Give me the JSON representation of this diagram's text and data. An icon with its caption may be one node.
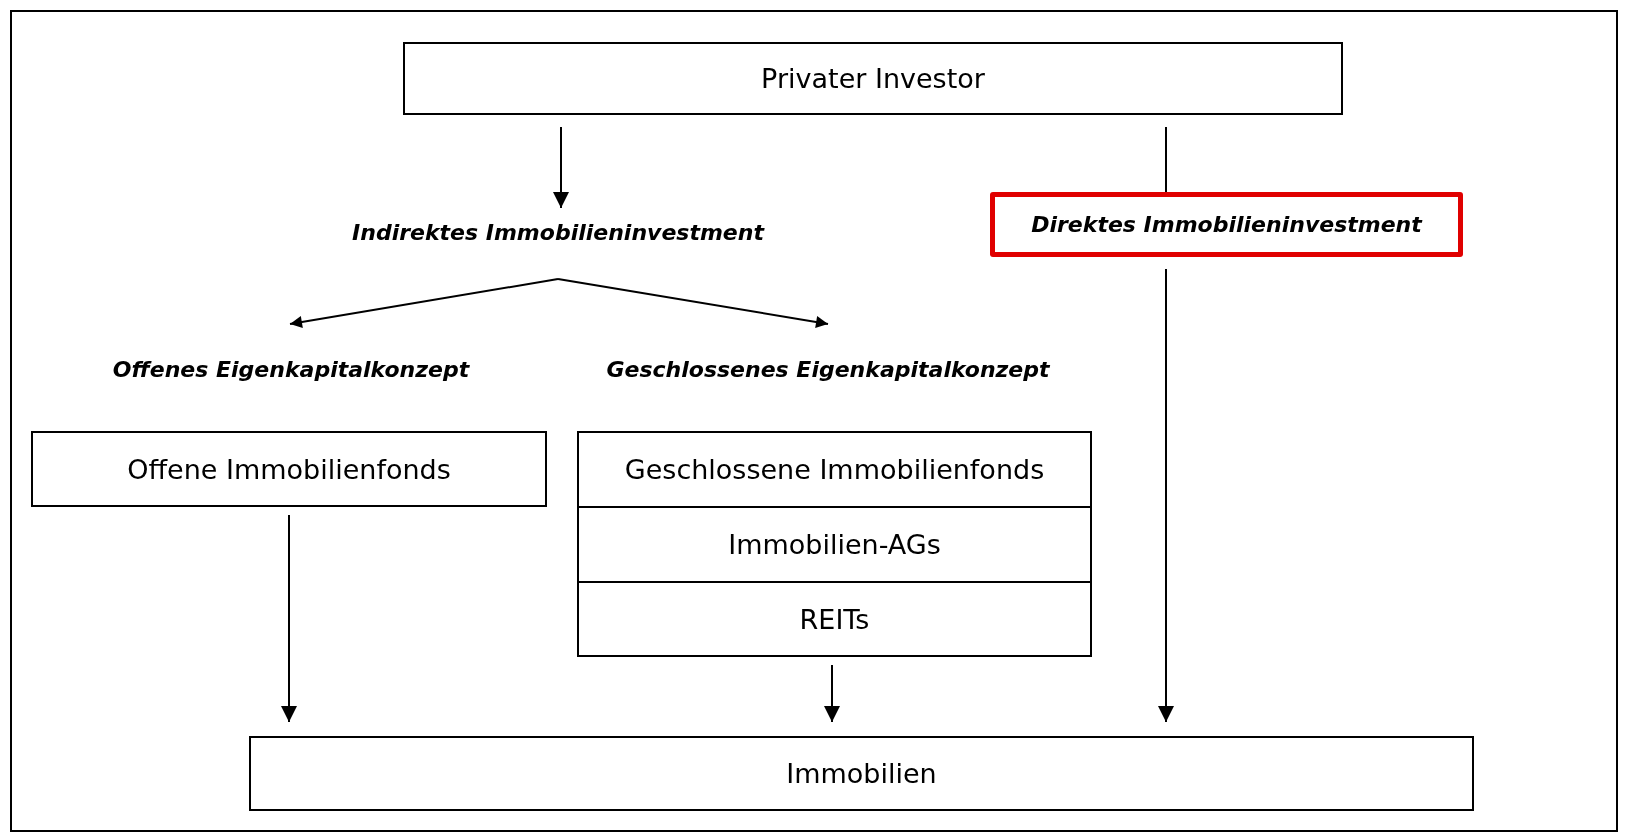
{
  "diagram": {
    "nodes": [
      {
        "text": [
          "Privater Investor"
        ]
      },
      {
        "text": [
          "Indirektes Immobilieninvestment"
        ]
      },
      {
        "text": [
          "Direktes Immobilieninvestment"
        ]
      },
      {
        "text": [
          "Offenes Eigenkapitalkonzept"
        ]
      },
      {
        "text": [
          "Geschlossenes Eigenkapitalkonzept"
        ]
      },
      {
        "text": [
          "Offene Immobilienfonds"
        ]
      },
      {
        "text": [
          "Geschlossene Immobilienfonds"
        ]
      },
      {
        "text": [
          "Immobilien-AGs"
        ]
      },
      {
        "text": [
          "REITs"
        ]
      },
      {
        "text": [
          "Immobilien"
        ]
      }
    ],
    "edges": [
      {
        "from": 0,
        "to": 1,
        "arrow": "to"
      },
      {
        "from": 0,
        "to": 2,
        "arrow": "none"
      },
      {
        "from": 1,
        "to": 3,
        "arrow": "to"
      },
      {
        "from": 1,
        "to": 4,
        "arrow": "to"
      },
      {
        "from": 2,
        "to": 9,
        "arrow": "to"
      },
      {
        "from": 5,
        "to": 9,
        "arrow": "to"
      },
      {
        "from": 8,
        "to": 9,
        "arrow": "to"
      }
    ]
  }
}
